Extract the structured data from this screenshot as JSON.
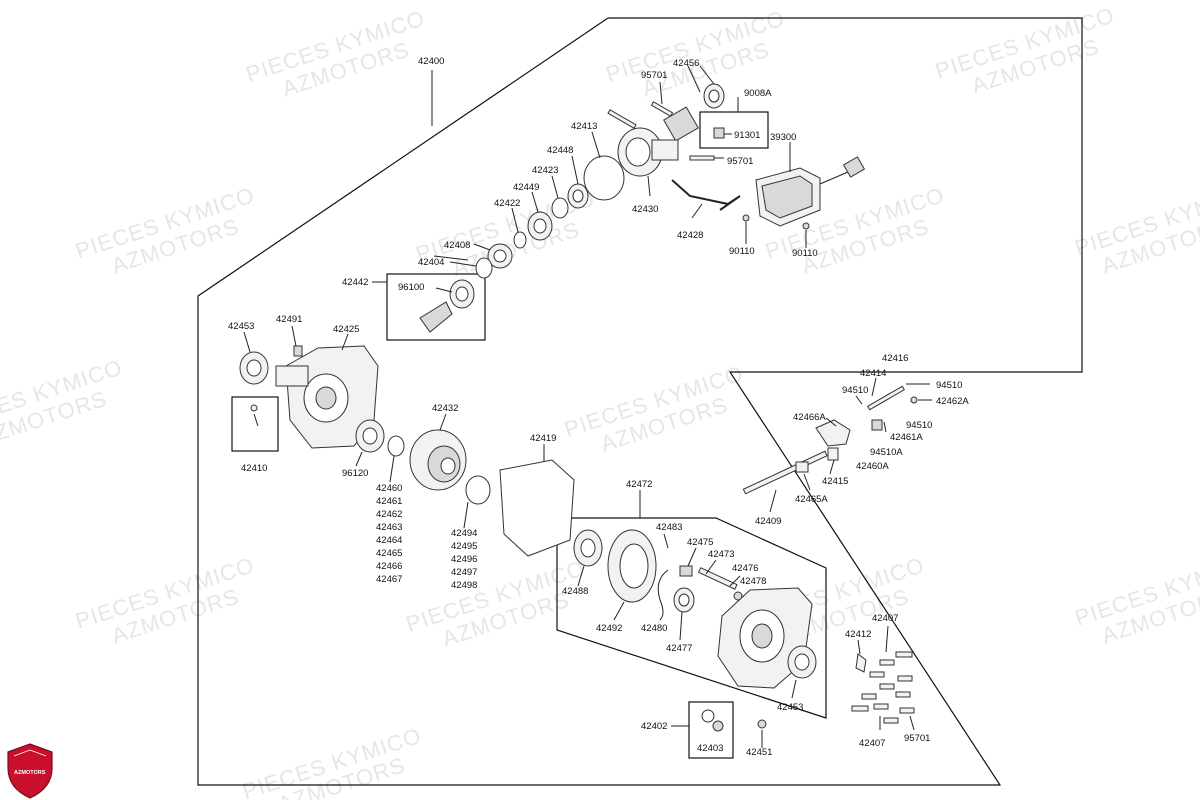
{
  "diagram": {
    "callouts": {
      "c42400": "42400",
      "c95701a": "95701",
      "c42456": "42456",
      "c9008A": "9008A",
      "c91301": "91301",
      "c39300": "39300",
      "c42413": "42413",
      "c42448": "42448",
      "c95701b": "95701",
      "c42423": "42423",
      "c42449": "42449",
      "c42430": "42430",
      "c42422": "42422",
      "c42428": "42428",
      "c90110a": "90110",
      "c90110b": "90110",
      "c42408": "42408",
      "c42404": "42404",
      "c42442": "42442",
      "c96100": "96100",
      "c42453a": "42453",
      "c42491": "42491",
      "c42425": "42425",
      "c42410": "42410",
      "c42432": "42432",
      "c96120": "96120",
      "c42419": "42419",
      "c42460": "42460",
      "c42461": "42461",
      "c42462": "42462",
      "c42463": "42463",
      "c42464": "42464",
      "c42465": "42465",
      "c42466": "42466",
      "c42467": "42467",
      "c42494": "42494",
      "c42495": "42495",
      "c42496": "42496",
      "c42497": "42497",
      "c42498": "42498",
      "c42472": "42472",
      "c42483": "42483",
      "c42475": "42475",
      "c42473": "42473",
      "c42476": "42476",
      "c42478": "42478",
      "c42488": "42488",
      "c42492": "42492",
      "c42480": "42480",
      "c42477": "42477",
      "c42453b": "42453",
      "c42416": "42416",
      "c42414": "42414",
      "c94510a": "94510",
      "c94510b": "94510",
      "c42462A": "42462A",
      "c42466A": "42466A",
      "c94510c": "94510",
      "c42461A": "42461A",
      "c94510A": "94510A",
      "c42460A": "42460A",
      "c42415": "42415",
      "c42465A": "42465A",
      "c42409": "42409",
      "c42407a": "42407",
      "c42412": "42412",
      "c42407b": "42407",
      "c95701c": "95701",
      "c42402": "42402",
      "c42403": "42403",
      "c42451": "42451"
    }
  },
  "watermark": {
    "line1": "PIECES KYMICO",
    "line2": "AZMOTORS"
  },
  "logo": {
    "text": "AZMOTORS",
    "color": "#c8102e"
  }
}
